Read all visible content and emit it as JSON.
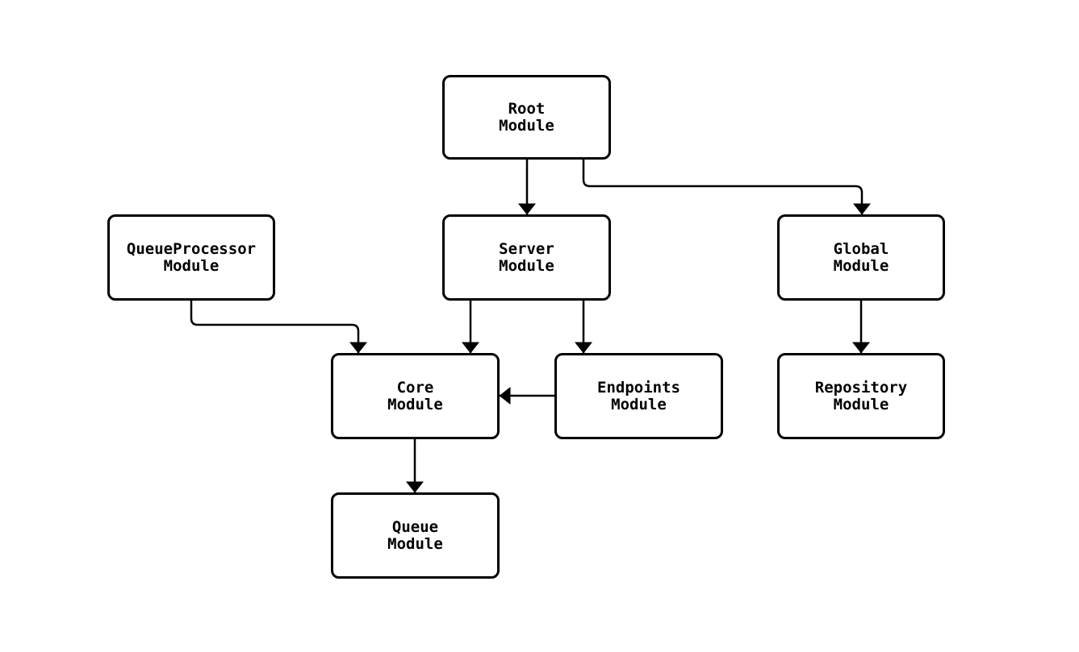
{
  "diagram": {
    "type": "module-dependency-flowchart",
    "colors": {
      "background": "#ffffff",
      "node_fill": "#ffffff",
      "node_border": "#000000",
      "edge": "#000000",
      "text": "#000000"
    },
    "nodes": {
      "root": {
        "label": "Root\nModule"
      },
      "queue_processor": {
        "label": "QueueProcessor\nModule"
      },
      "server": {
        "label": "Server\nModule"
      },
      "global": {
        "label": "Global\nModule"
      },
      "core": {
        "label": "Core\nModule"
      },
      "endpoints": {
        "label": "Endpoints\nModule"
      },
      "repository": {
        "label": "Repository\nModule"
      },
      "queue": {
        "label": "Queue\nModule"
      }
    },
    "edges": [
      {
        "from": "Root Module",
        "to": "Server Module"
      },
      {
        "from": "Root Module",
        "to": "Global Module"
      },
      {
        "from": "QueueProcessor Module",
        "to": "Core Module"
      },
      {
        "from": "Server Module",
        "to": "Core Module"
      },
      {
        "from": "Server Module",
        "to": "Endpoints Module"
      },
      {
        "from": "Endpoints Module",
        "to": "Core Module"
      },
      {
        "from": "Global Module",
        "to": "Repository Module"
      },
      {
        "from": "Core Module",
        "to": "Queue Module"
      }
    ]
  }
}
